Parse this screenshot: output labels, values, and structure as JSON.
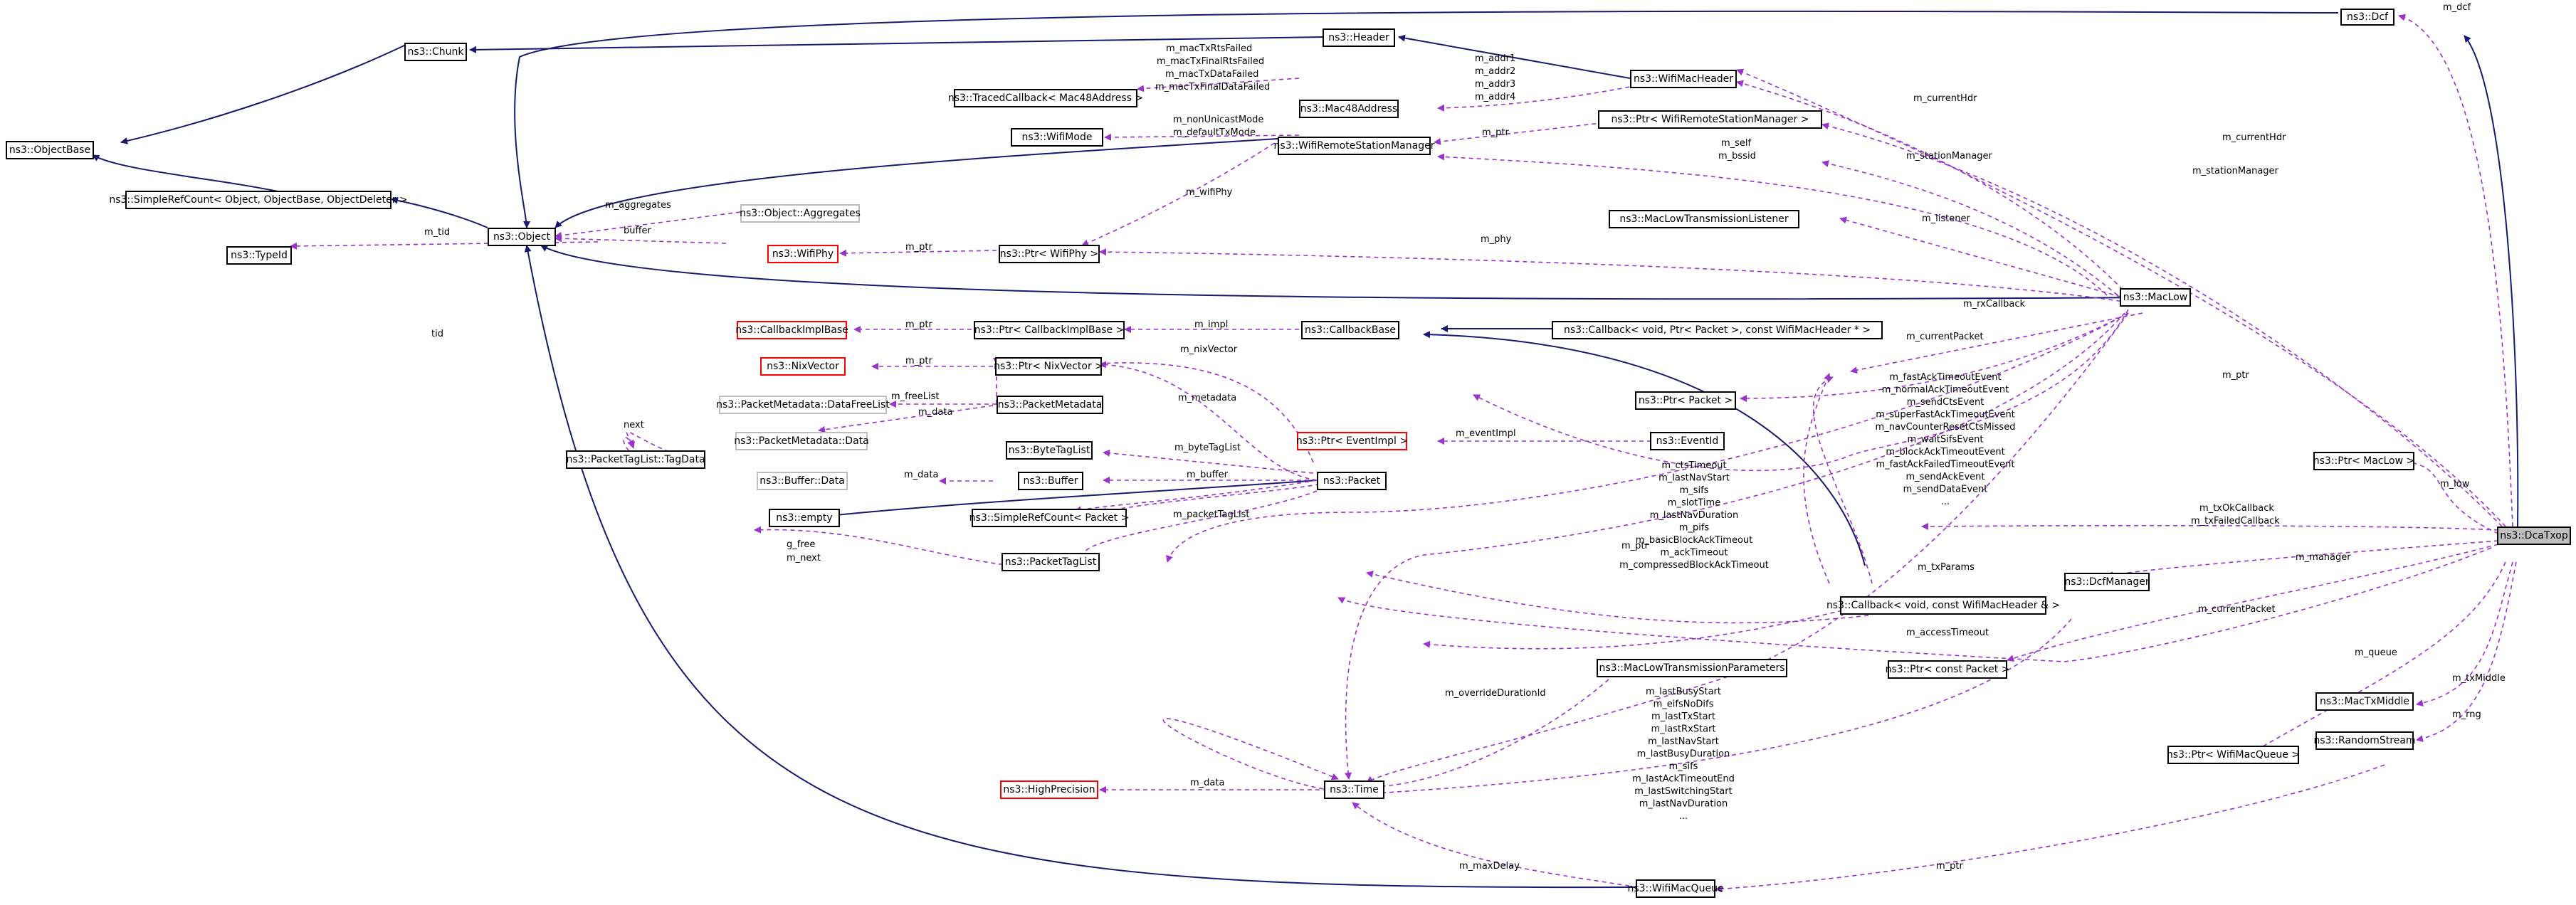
{
  "nodes": {
    "dcf": "ns3::Dcf",
    "chunk": "ns3::Chunk",
    "header": "ns3::Header",
    "wifimacheader": "ns3::WifiMacHeader",
    "objectbase": "ns3::ObjectBase",
    "tracedcb": "ns3::TracedCallback< Mac48Address >",
    "mac48": "ns3::Mac48Address",
    "ptrrsm": "ns3::Ptr< WifiRemoteStationManager >",
    "wifimode": "ns3::WifiMode",
    "rsm": "ns3::WifiRemoteStationManager",
    "simplerefobj": "ns3::SimpleRefCount< Object, ObjectBase, ObjectDeleter >",
    "aggregates": "ns3::Object::Aggregates",
    "lowlistener": "ns3::MacLowTransmissionListener",
    "typeid": "ns3::TypeId",
    "object": "ns3::Object",
    "wifiphy": "ns3::WifiPhy",
    "ptrphy": "ns3::Ptr< WifiPhy >",
    "maclow": "ns3::MacLow",
    "cbimplbase": "ns3::CallbackImplBase",
    "ptrcbimpl": "ns3::Ptr< CallbackImplBase >",
    "cbbase": "ns3::CallbackBase",
    "cbrx": "ns3::Callback< void, Ptr< Packet >, const WifiMacHeader * >",
    "nixvector": "ns3::NixVector",
    "ptrnix": "ns3::Ptr< NixVector >",
    "ptrpacket": "ns3::Ptr< Packet >",
    "freelist": "ns3::PacketMetadata::DataFreeList",
    "pktmeta": "ns3::PacketMetadata",
    "metadata": "ns3::PacketMetadata::Data",
    "ptreventimpl": "ns3::Ptr< EventImpl >",
    "eventid": "ns3::EventId",
    "tagdata": "ns3::PacketTagList::TagData",
    "bytetaglist": "ns3::ByteTagList",
    "bufferdata": "ns3::Buffer::Data",
    "buffer": "ns3::Buffer",
    "packet": "ns3::Packet",
    "ptrmaclow": "ns3::Ptr< MacLow >",
    "empty": "ns3::empty",
    "simplerefpkt": "ns3::SimpleRefCount< Packet >",
    "dcatxop": "ns3::DcaTxop",
    "packettaglist": "ns3::PacketTagList",
    "cbvoidhdr": "ns3::Callback< void, const WifiMacHeader & >",
    "dcfmanager": "ns3::DcfManager",
    "ptrconstpkt": "ns3::Ptr< const Packet >",
    "txparams": "ns3::MacLowTransmissionParameters",
    "mactxmiddle": "ns3::MacTxMiddle",
    "randomstream": "ns3::RandomStream",
    "ptrqueue": "ns3::Ptr< WifiMacQueue >",
    "highprecision": "ns3::HighPrecision",
    "time": "ns3::Time",
    "wifimacqueue": "ns3::WifiMacQueue"
  },
  "edge_labels": {
    "m_dcf": "m_dcf",
    "macTxRtsFailed": "m_macTxRtsFailed",
    "macTxFinalRtsFailed": "m_macTxFinalRtsFailed",
    "macTxDataFailed": "m_macTxDataFailed",
    "macTxFinalDataFailed": "m_macTxFinalDataFailed",
    "addr1": "m_addr1",
    "addr2": "m_addr2",
    "addr3": "m_addr3",
    "addr4": "m_addr4",
    "currentHdr_low": "m_currentHdr",
    "currentHdr_dca": "m_currentHdr",
    "nonUnicastMode": "m_nonUnicastMode",
    "defaultTxMode": "m_defaultTxMode",
    "ptr_rsm": "m_ptr",
    "self": "m_self",
    "bssid": "m_bssid",
    "stationManager_low": "m_stationManager",
    "stationManager_dca": "m_stationManager",
    "aggregates": "m_aggregates",
    "buffer_agg": "buffer",
    "tid": "m_tid",
    "wifiPhy": "m_wifiPhy",
    "listener": "m_listener",
    "ptr_phy": "m_ptr",
    "phy": "m_phy",
    "rxCallback": "m_rxCallback",
    "impl": "m_impl",
    "ptr_cbimpl": "m_ptr",
    "currentPacket_low": "m_currentPacket",
    "ptr_nix": "m_ptr",
    "nixVector": "m_nixVector",
    "ptr_maclow": "m_ptr",
    "freeList": "m_freeList",
    "data_meta": "m_data",
    "metadata": "m_metadata",
    "tid_typeid": "tid",
    "eventImpl": "m_eventImpl",
    "next": "next",
    "byteTagList": "m_byteTagList",
    "data_buf": "m_data",
    "buffer_pkt": "m_buffer",
    "events": [
      "m_fastAckTimeoutEvent",
      "m_normalAckTimeoutEvent",
      "m_sendCtsEvent",
      "m_superFastAckTimeoutEvent",
      "m_navCounterResetCtsMissed",
      "m_waitSifsEvent",
      "m_blockAckTimeoutEvent",
      "m_fastAckFailedTimeoutEvent",
      "m_sendAckEvent",
      "m_sendDataEvent",
      "..."
    ],
    "low_times": [
      "m_ctsTimeout",
      "m_lastNavStart",
      "m_sifs",
      "m_slotTime",
      "m_lastNavDuration",
      "m_pifs",
      "m_basicBlockAckTimeout",
      "m_ackTimeout",
      "m_compressedBlockAckTimeout"
    ],
    "low": "m_low",
    "packetTagList": "m_packetTagList",
    "txOk": "m_txOkCallback",
    "txFailed": "m_txFailedCallback",
    "gfree": "g_free",
    "gnext": "m_next",
    "ptr_packet": "m_ptr",
    "txParams": "m_txParams",
    "manager": "m_manager",
    "currentPacket_dca": "m_currentPacket",
    "accessTimeout": "m_accessTimeout",
    "queue": "m_queue",
    "txMiddle": "m_txMiddle",
    "rng": "m_rng",
    "overrideDurationId": "m_overrideDurationId",
    "dcf_times": [
      "m_lastBusyStart",
      "m_eifsNoDifs",
      "m_lastTxStart",
      "m_lastRxStart",
      "m_lastNavStart",
      "m_lastBusyDuration",
      "m_sifs",
      "m_lastAckTimeoutEnd",
      "m_lastSwitchingStart",
      "m_lastNavDuration",
      "..."
    ],
    "data_hp": "m_data",
    "ptr_queue": "m_ptr",
    "maxDelay": "m_maxDelay"
  },
  "colors": {
    "inheritance": "#191970",
    "usage": "#9a32cd",
    "box_border": "#000000",
    "undocumented_border": "#ff0000",
    "external_border": "#bfbfbf",
    "focus_fill": "#bfbfbf"
  }
}
